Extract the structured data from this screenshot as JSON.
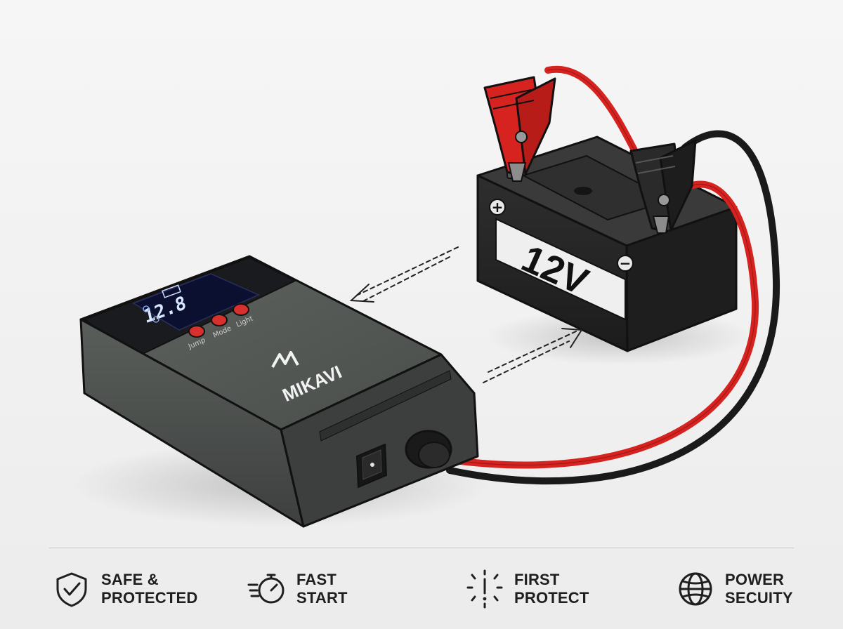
{
  "device": {
    "brand": "MIKAVI",
    "display_reading": "12.8",
    "buttons": [
      "Jump",
      "Mode",
      "Light"
    ],
    "colors": {
      "body": "#4d514f",
      "top_panel": "#1a1b1e",
      "button": "#d8302d",
      "screen": "#0b1030"
    }
  },
  "battery": {
    "voltage_label": "12V",
    "positive_mark": "+",
    "negative_mark": "−",
    "colors": {
      "case": "#262626",
      "label": "#efefef"
    }
  },
  "cables": {
    "positive_color": "#d72320",
    "negative_color": "#1a1a1a"
  },
  "features": [
    {
      "label": "SAFE &\nPROTECTED",
      "icon": "shield-check-icon"
    },
    {
      "label": "FAST\nSTART",
      "icon": "stopwatch-speed-icon"
    },
    {
      "label": "FIRST\nPROTECT",
      "icon": "alert-burst-icon"
    },
    {
      "label": "POWER\nSECUITY",
      "icon": "globe-icon"
    }
  ]
}
